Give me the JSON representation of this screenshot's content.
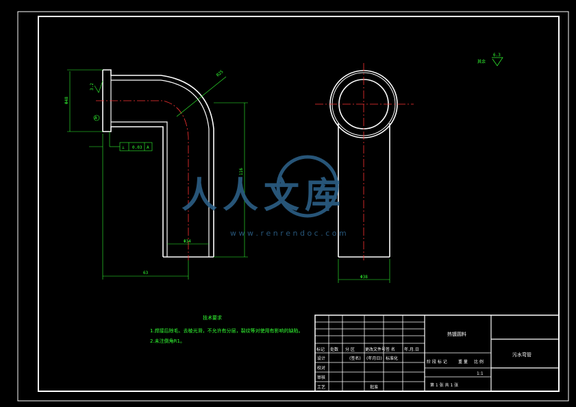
{
  "drawing": {
    "dimensions": {
      "left_diameter": "Φ48",
      "roughness_left": "3.2",
      "bend_radius": "R25",
      "vertical_length": "116",
      "inner_diameter": "Φ34",
      "horizontal_length": "63",
      "right_diameter": "Φ38",
      "tolerance_value": "0.03",
      "tolerance_datum": "A",
      "datum_symbol": "A",
      "roughness_corner_prefix": "其余",
      "roughness_corner_value": "6.3"
    },
    "notes": {
      "title": "技术要求",
      "line1": "1.焊接后除毛、去棱光滑，不允许有分层，裂纹等对使用有影响的缺陷。",
      "line2": "2.未注倒角R1。"
    },
    "title_block": {
      "material": "热镀圆料",
      "part_name": "污水弯管",
      "labels": {
        "biaoji": "标记",
        "chushu": "处数",
        "fenqu": "分 区",
        "wenjian": "更改文件号",
        "qianming": "签 名",
        "riqi": "年.月.日",
        "sheji": "设计",
        "jiaodui": "校对",
        "shenhe": "审核",
        "gongyi": "工艺",
        "biaozhunhua": "标准化",
        "pizhun": "批准",
        "signature": "(签名)",
        "date_field": "(年月日)",
        "stage": "阶 段 标 记",
        "weight": "重 量",
        "scale_label": "比 例",
        "scale_value": "1:1",
        "sheet": "第 1 张  共 1 张"
      }
    },
    "watermark": {
      "text": "人人文库",
      "url": "w w w . r e n r e n d o c . c o m"
    }
  }
}
